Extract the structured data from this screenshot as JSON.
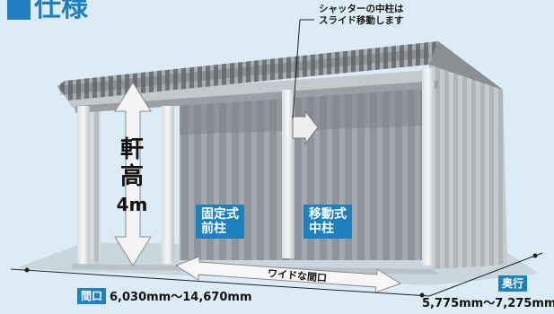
{
  "heading": {
    "title": "仕様"
  },
  "callout": {
    "line1": "シャッターの中柱は",
    "line2": "スライド移動します"
  },
  "height_label": {
    "chars": [
      "軒",
      "高"
    ],
    "value": "4m"
  },
  "tags": {
    "fixed": {
      "line1": "固定式",
      "line2": "前柱"
    },
    "moving": {
      "line1": "移動式",
      "line2": "中柱"
    }
  },
  "wide_frontage": "ワイドな間口",
  "dimensions": {
    "frontage": {
      "label": "間口",
      "value": "6,030mm〜14,670mm"
    },
    "depth": {
      "label": "奥行",
      "value": "5,775mm〜7,275mm"
    }
  },
  "colors": {
    "accent": "#1f7fc1",
    "background": "#dcecf7",
    "tag": "#1e80bd"
  }
}
